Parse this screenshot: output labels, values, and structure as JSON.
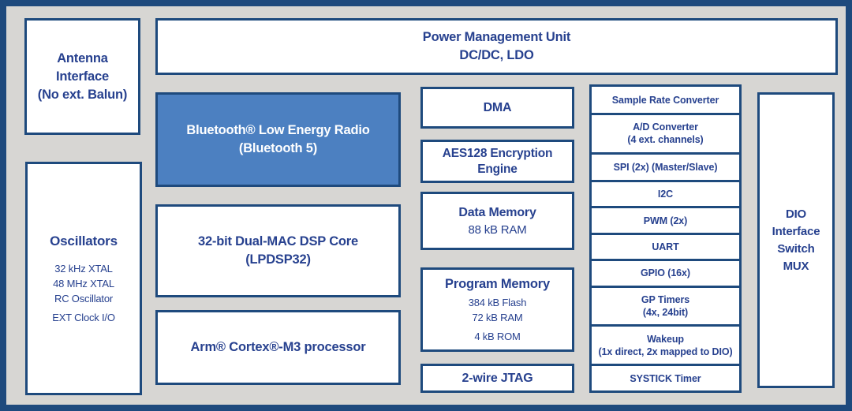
{
  "colors": {
    "frame": "#1E4A7D",
    "border": "#1E4A7D",
    "text": "#27418F",
    "block-bg": "#FFFFFF",
    "canvas-bg": "#D7D6D3",
    "highlight-bg": "#4C80C1",
    "highlight-text": "#FFFFFF"
  },
  "blocks": {
    "antenna": {
      "lines": [
        "Antenna",
        "Interface",
        "(No ext. Balun)"
      ]
    },
    "pmu": {
      "lines": [
        "Power Management Unit",
        "DC/DC, LDO"
      ]
    },
    "ble_radio": {
      "lines": [
        "Bluetooth® Low Energy Radio",
        "(Bluetooth 5)"
      ]
    },
    "oscillators": {
      "title": "Oscillators",
      "items": [
        "32 kHz XTAL",
        "48 MHz XTAL",
        "RC Oscillator",
        "EXT Clock I/O"
      ]
    },
    "dsp_core": {
      "lines": [
        "32-bit Dual-MAC DSP Core",
        "(LPDSP32)"
      ]
    },
    "cortex": {
      "lines": [
        "Arm® Cortex®-M3 processor"
      ]
    },
    "dma": {
      "lines": [
        "DMA"
      ]
    },
    "aes": {
      "lines": [
        "AES128 Encryption",
        "Engine"
      ]
    },
    "data_memory": {
      "title": "Data Memory",
      "items": [
        "88 kB RAM"
      ]
    },
    "program_memory": {
      "title": "Program Memory",
      "items": [
        "384 kB Flash",
        "72 kB RAM",
        "4 kB ROM"
      ]
    },
    "jtag": {
      "lines": [
        "2-wire JTAG"
      ]
    },
    "dio_mux": {
      "lines": [
        "DIO",
        "Interface",
        "Switch",
        "MUX"
      ]
    },
    "peripherals": [
      {
        "lines": [
          "Sample Rate Converter"
        ]
      },
      {
        "lines": [
          "A/D Converter",
          "(4 ext. channels)"
        ]
      },
      {
        "lines": [
          "SPI (2x) (Master/Slave)"
        ]
      },
      {
        "lines": [
          "I2C"
        ]
      },
      {
        "lines": [
          "PWM (2x)"
        ]
      },
      {
        "lines": [
          "UART"
        ]
      },
      {
        "lines": [
          "GPIO (16x)"
        ]
      },
      {
        "lines": [
          "GP Timers",
          "(4x, 24bit)"
        ]
      },
      {
        "lines": [
          "Wakeup",
          "(1x direct, 2x mapped to DIO)"
        ]
      },
      {
        "lines": [
          "SYSTICK Timer"
        ]
      }
    ]
  }
}
